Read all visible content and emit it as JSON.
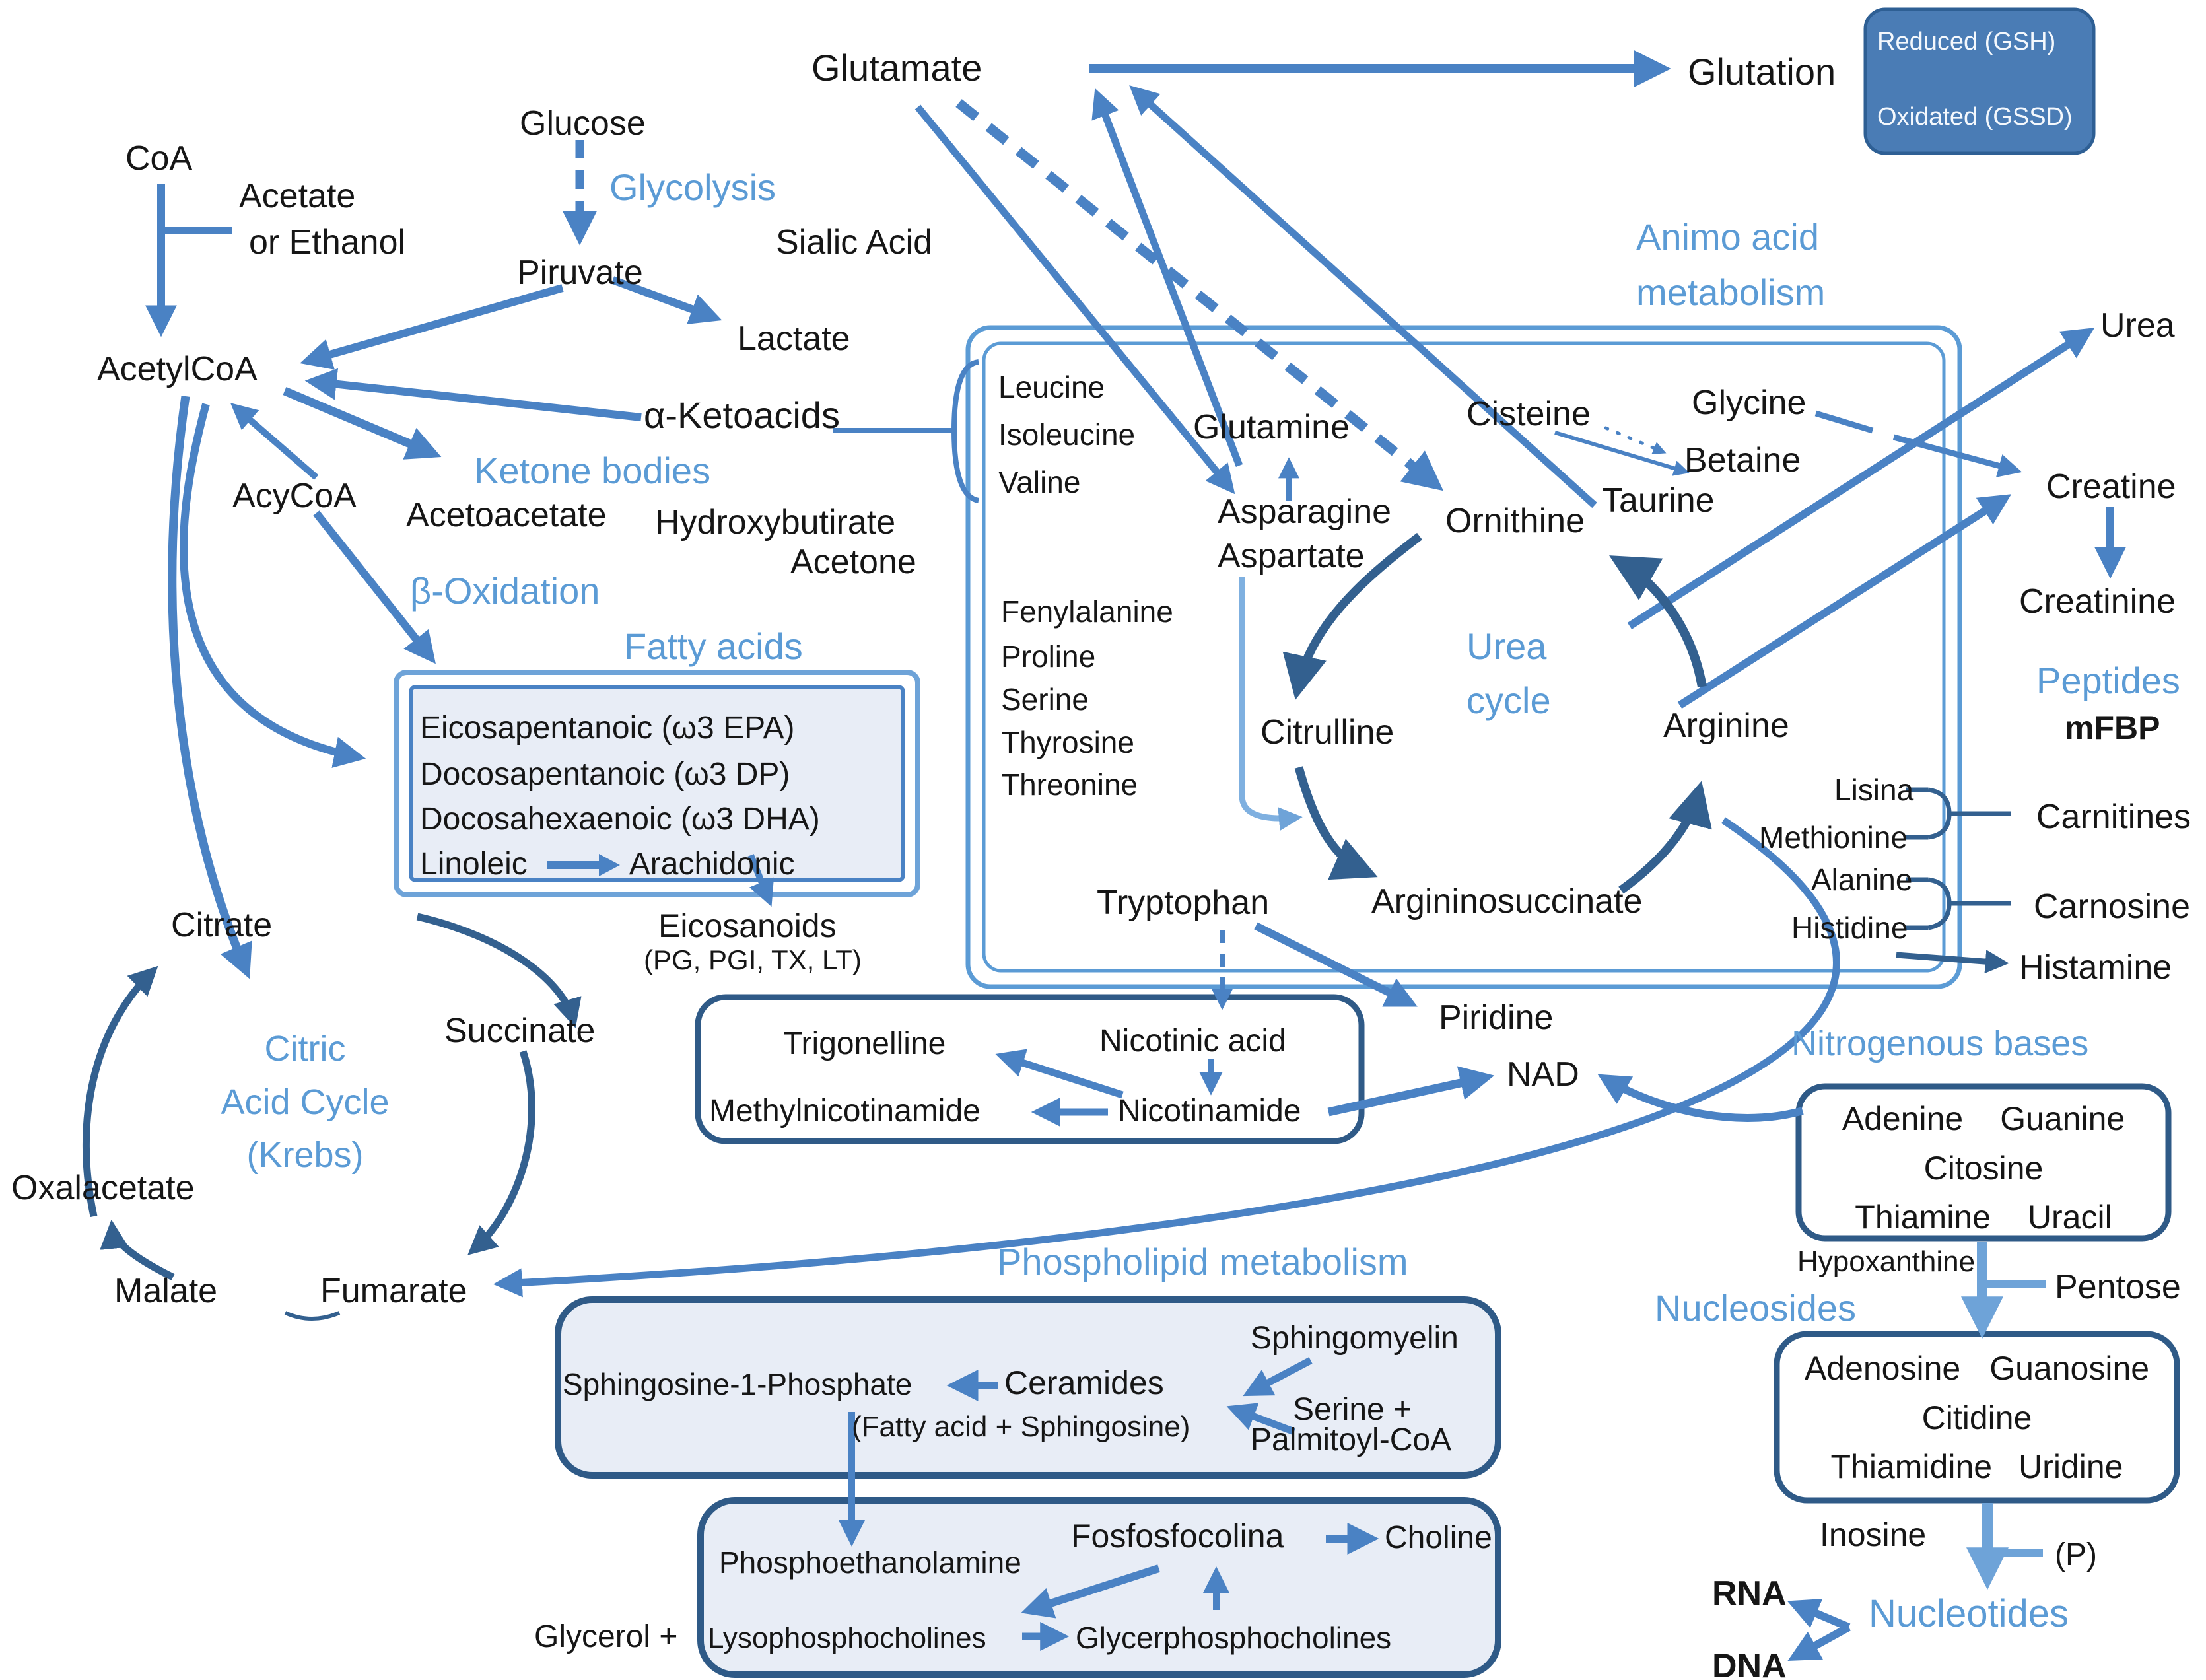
{
  "headings": {
    "glycolysis": "Glycolysis",
    "ketone_bodies": "Ketone bodies",
    "beta_oxidation": "β-Oxidation",
    "fatty_acids": "Fatty acids",
    "citric1": "Citric",
    "citric2": "Acid Cycle",
    "citric3": "(Krebs)",
    "amino1": "Animo acid",
    "amino2": "metabolism",
    "urea_cycle1": "Urea",
    "urea_cycle2": "cycle",
    "peptides": "Peptides",
    "nitrogenous_bases": "Nitrogenous bases",
    "nucleosides": "Nucleosides",
    "nucleotides": "Nucleotides",
    "phospholipid": "Phospholipid metabolism"
  },
  "nodes": {
    "coa": "CoA",
    "acetate1": "Acetate",
    "acetate2": "or Ethanol",
    "glucose": "Glucose",
    "piruvate": "Piruvate",
    "sialic_acid": "Sialic Acid",
    "lactate": "Lactate",
    "glutamate": "Glutamate",
    "glutation": "Glutation",
    "gsh": "Reduced (GSH)",
    "gssd": "Oxidated (GSSD)",
    "acetylcoa": "AcetylCoA",
    "ketoacids": "α-Ketoacids",
    "acycoa": "AcyCoA",
    "acetoacetate": "Acetoacetate",
    "hydroxybutirate": "Hydroxybutirate",
    "acetone": "Acetone",
    "fatty1": "Eicosapentanoic (ω3 EPA)",
    "fatty2": "Docosapentanoic (ω3 DP)",
    "fatty3": "Docosahexaenoic (ω3 DHA)",
    "linoleic": "Linoleic",
    "arachidonic": "Arachidonic",
    "eicosanoids": "Eicosanoids",
    "eicosanoids_sub": "(PG, PGI, TX, LT)",
    "citrate": "Citrate",
    "succinate": "Succinate",
    "oxalacetate": "Oxalacetate",
    "malate": "Malate",
    "fumarate": "Fumarate",
    "leucine": "Leucine",
    "isoleucine": "Isoleucine",
    "valine": "Valine",
    "glutamine": "Glutamine",
    "cisteine": "Cisteine",
    "glycine": "Glycine",
    "betaine": "Betaine",
    "taurine": "Taurine",
    "ornithine": "Ornithine",
    "asparagine": "Asparagine",
    "aspartate": "Aspartate",
    "fenylalanine": "Fenylalanine",
    "proline": "Proline",
    "serine": "Serine",
    "thyrosine": "Thyrosine",
    "threonine": "Threonine",
    "citrulline": "Citrulline",
    "arginine": "Arginine",
    "tryptophan": "Tryptophan",
    "argininosuccinate": "Argininosuccinate",
    "urea": "Urea",
    "creatine": "Creatine",
    "creatinine": "Creatinine",
    "mfbp": "mFBP",
    "lisina": "Lisina",
    "methionine": "Methionine",
    "alanine": "Alanine",
    "histidine": "Histidine",
    "carnitines": "Carnitines",
    "carnosine": "Carnosine",
    "histamine": "Histamine",
    "piridine": "Piridine",
    "nad": "NAD",
    "trigonelline": "Trigonelline",
    "nicotinic_acid": "Nicotinic acid",
    "methylnicotinamide": "Methylnicotinamide",
    "nicotinamide": "Nicotinamide",
    "adenine": "Adenine",
    "guanine": "Guanine",
    "citosine": "Citosine",
    "thiamine": "Thiamine",
    "uracil": "Uracil",
    "hypoxanthine": "Hypoxanthine",
    "pentose": "Pentose",
    "adenosine": "Adenosine",
    "guanosine": "Guanosine",
    "citidine": "Citidine",
    "thiamidine": "Thiamidine",
    "uridine": "Uridine",
    "inosine": "Inosine",
    "phosphate": "(P)",
    "rna": "RNA",
    "dna": "DNA",
    "sphingomyelin": "Sphingomyelin",
    "s1p": "Sphingosine-1-Phosphate",
    "ceramides": "Ceramides",
    "fatty_sphingosine": "(Fatty acid + Sphingosine)",
    "serine_plus": "Serine +",
    "palmitoyl": "Palmitoyl-CoA",
    "fosfosfocolina": "Fosfosfocolina",
    "choline": "Choline",
    "phosphoethanolamine": "Phosphoethanolamine",
    "glycerol": "Glycerol +",
    "lysophosphocholines": "Lysophosphocholines",
    "glycerphosphocholines": "Glycerphosphocholines"
  },
  "colors": {
    "accent_heading": "#5b9bd5",
    "arrow": "#4a82c4",
    "arrow_dark": "#33608f",
    "arrow_light": "#6ea3d8",
    "box_border_dark": "#2f5a87",
    "box_fill_light": "#e8edf6",
    "gsh_fill": "#4a7cb5",
    "text": "#161616"
  }
}
